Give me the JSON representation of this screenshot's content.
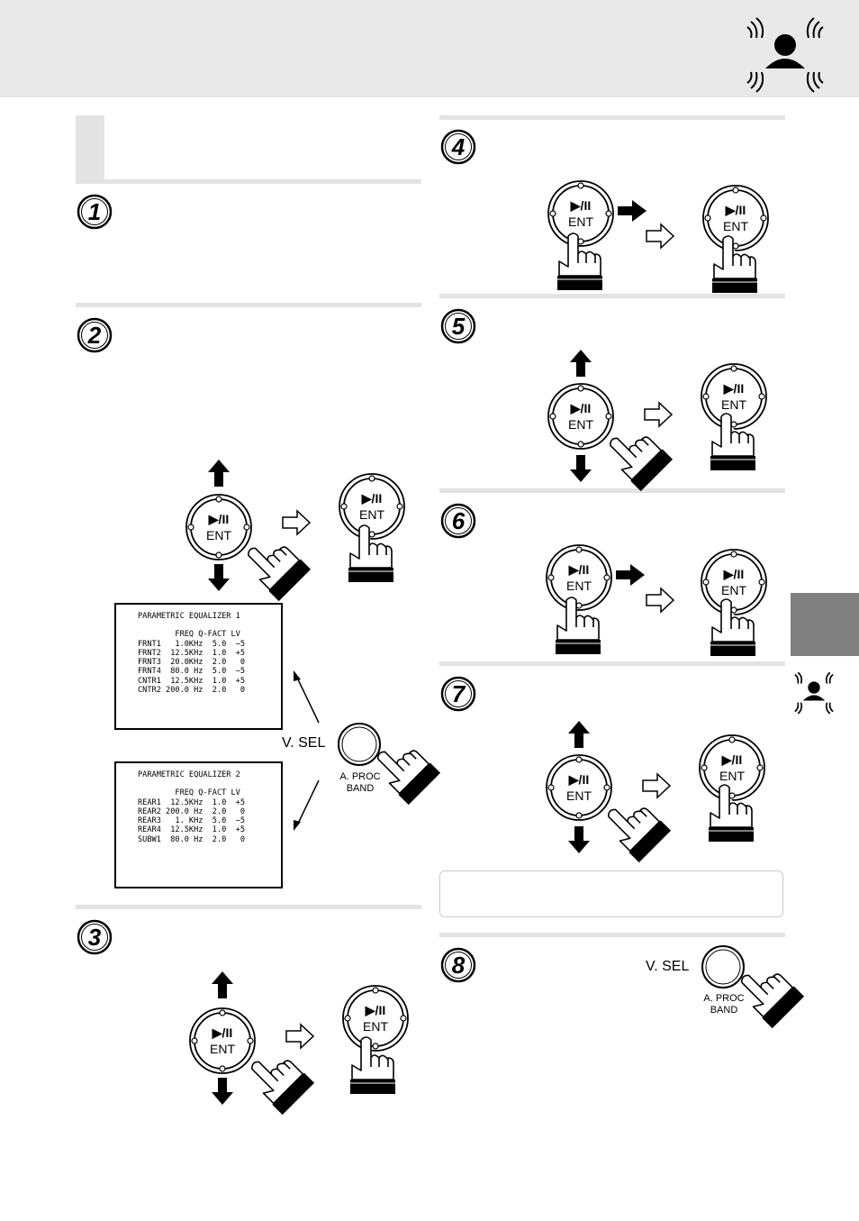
{
  "buttons": {
    "play_symbol": "▶/II",
    "ent_label": "ENT",
    "vsel_label": "V. SEL",
    "aproc_label": "A. PROC",
    "band_label": "BAND"
  },
  "steps": [
    "1",
    "2",
    "3",
    "4",
    "5",
    "6",
    "7",
    "8"
  ],
  "osd1": {
    "title": "PARAMETRIC EQUALIZER 1",
    "header": "        FREQ Q-FACT LV",
    "rows": [
      "FRNT1   1.0KHz  5.0  −5",
      "FRNT2  12.5KHz  1.0  +5",
      "FRNT3  20.0KHz  2.0   0",
      "FRNT4  80.0 Hz  5.0  −5",
      "CNTR1  12.5KHz  1.0  +5",
      "CNTR2 200.0 Hz  2.0   0"
    ]
  },
  "osd2": {
    "title": "PARAMETRIC EQUALIZER 2",
    "header": "        FREQ Q-FACT LV",
    "rows": [
      "REAR1  12.5KHz  1.0  +5",
      "REAR2 200.0 Hz  2.0   0",
      "REAR3   1. KHz  5.0  −5",
      "REAR4  12.5KHz  1.0  +5",
      "SUBW1  80.0 Hz  2.0   0"
    ]
  },
  "colors": {
    "header_bg": "#e9e9e9",
    "rule": "#e3e3e3",
    "tab": "#808080"
  },
  "icons": [
    "listener-surround-icon",
    "hand-pointer-icon",
    "arrow-up-icon",
    "arrow-down-icon",
    "arrow-right-icon",
    "outline-arrow-right-icon"
  ]
}
